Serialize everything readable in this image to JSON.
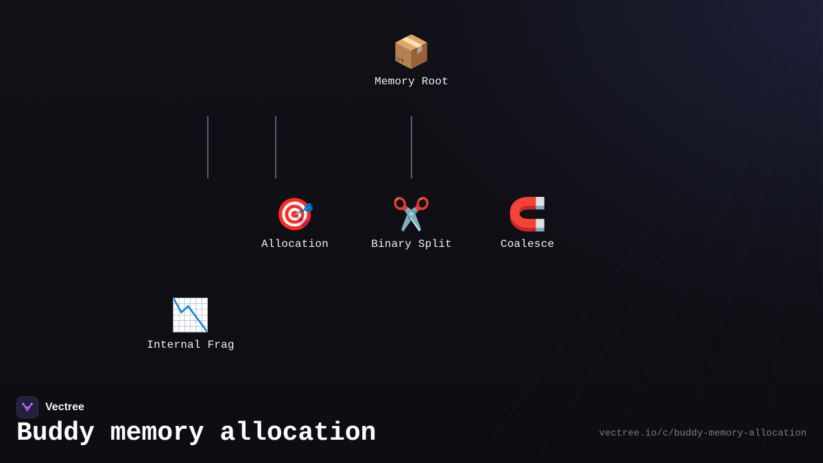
{
  "diagram": {
    "nodes": [
      {
        "id": "memory-root",
        "icon": "package-icon",
        "glyph": "📦",
        "label": "Memory Root"
      },
      {
        "id": "allocation",
        "icon": "target-icon",
        "glyph": "🎯",
        "label": "Allocation"
      },
      {
        "id": "binary-split",
        "icon": "scissors-icon",
        "glyph": "✂️",
        "label": "Binary Split"
      },
      {
        "id": "coalesce",
        "icon": "magnet-icon",
        "glyph": "🧲",
        "label": "Coalesce"
      },
      {
        "id": "internal-frag",
        "icon": "chart-decreasing-icon",
        "glyph": "📉",
        "label": "Internal Frag"
      }
    ]
  },
  "footer": {
    "brand_name": "Vectree",
    "title": "Buddy memory allocation",
    "url": "vectree.io/c/buddy-memory-allocation"
  },
  "colors": {
    "background": "#0e0e13",
    "connector": "#5c5c66",
    "text": "#f2f2f5",
    "url": "#7a7a84",
    "brand_logo_bg": "#22203a",
    "brand_accent": "#a855f7"
  }
}
